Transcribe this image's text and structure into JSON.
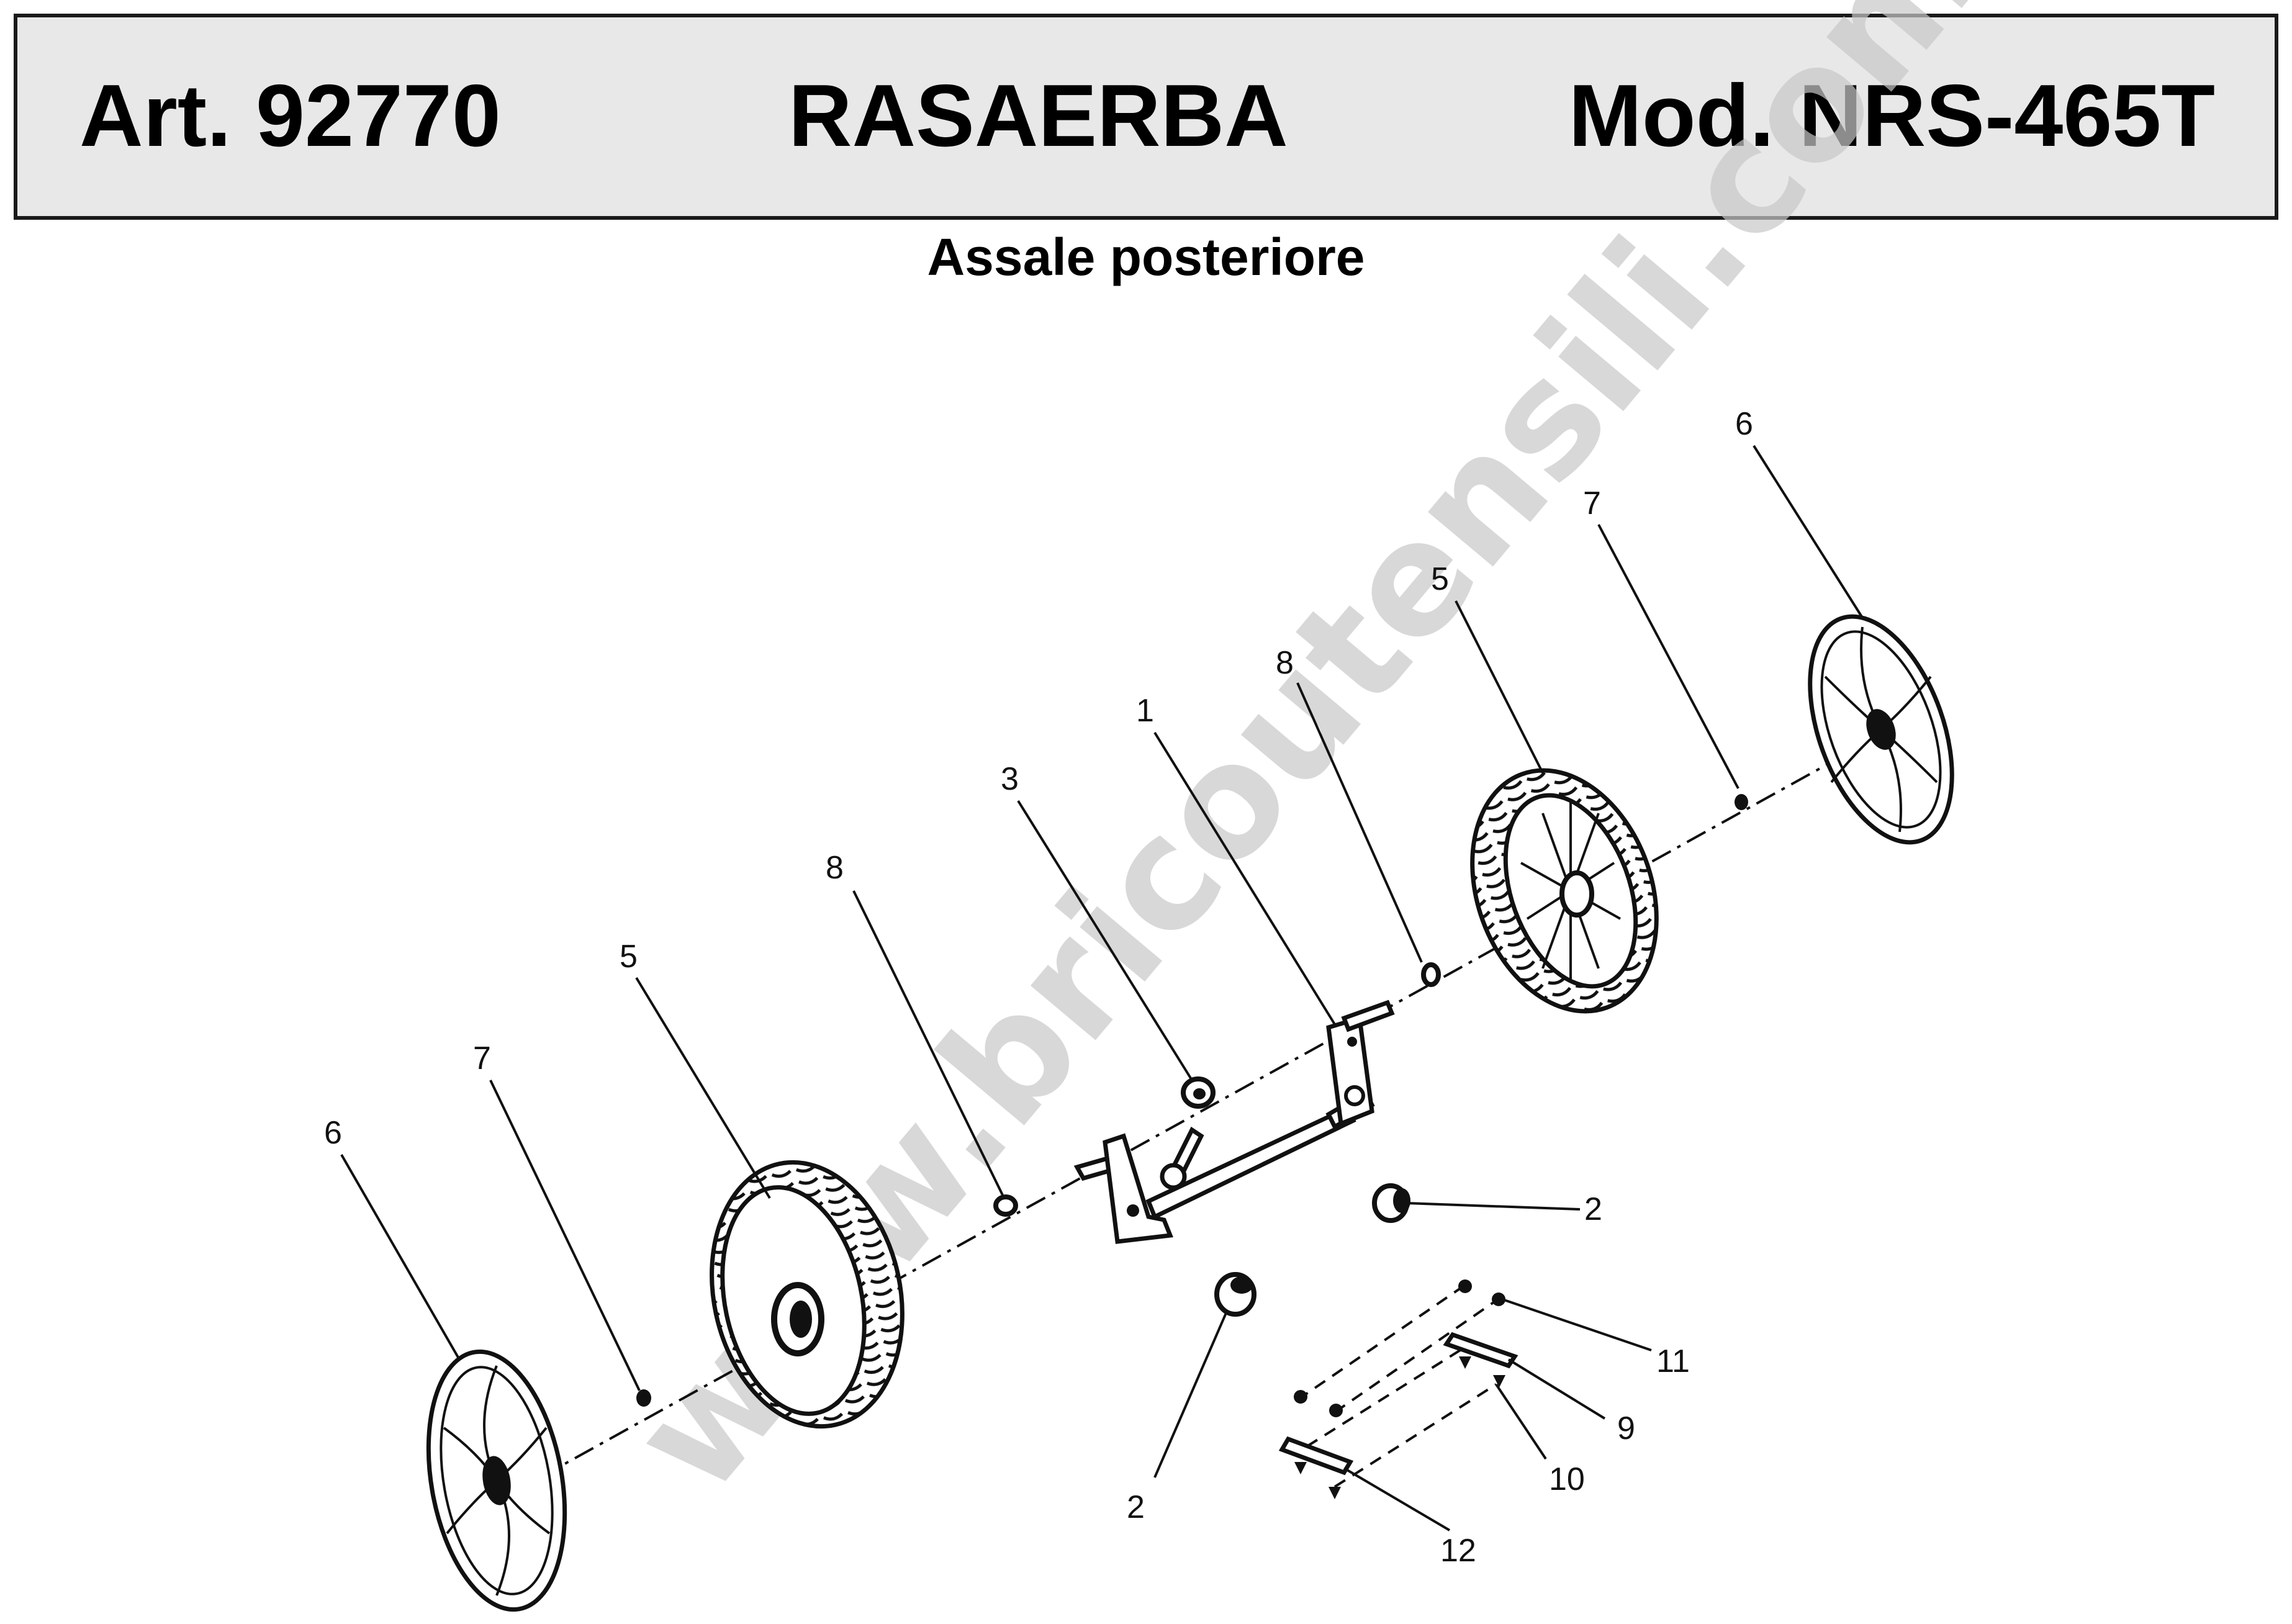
{
  "header": {
    "article": "Art. 92770",
    "product": "RASAERBA",
    "model": "Mod. NRS-465T"
  },
  "subtitle": "Assale posteriore",
  "watermark": "www.bricoutensili.com",
  "callouts": [
    {
      "id": "hubcap-right",
      "label": "6"
    },
    {
      "id": "clip-right",
      "label": "7"
    },
    {
      "id": "wheel-right",
      "label": "5"
    },
    {
      "id": "washer-right",
      "label": "8"
    },
    {
      "id": "axle",
      "label": "1"
    },
    {
      "id": "knob",
      "label": "3"
    },
    {
      "id": "washer-left",
      "label": "8"
    },
    {
      "id": "wheel-left",
      "label": "5"
    },
    {
      "id": "clip-left",
      "label": "7"
    },
    {
      "id": "hubcap-left",
      "label": "6"
    },
    {
      "id": "bushing-right",
      "label": "2"
    },
    {
      "id": "bushing-left",
      "label": "2"
    },
    {
      "id": "nut",
      "label": "11"
    },
    {
      "id": "bracket-upper",
      "label": "9"
    },
    {
      "id": "screw",
      "label": "10"
    },
    {
      "id": "bracket-lower",
      "label": "12"
    }
  ],
  "colors": {
    "header_bg": "#e8e8e8",
    "line": "#111111",
    "watermark": "#c8c8c8"
  }
}
